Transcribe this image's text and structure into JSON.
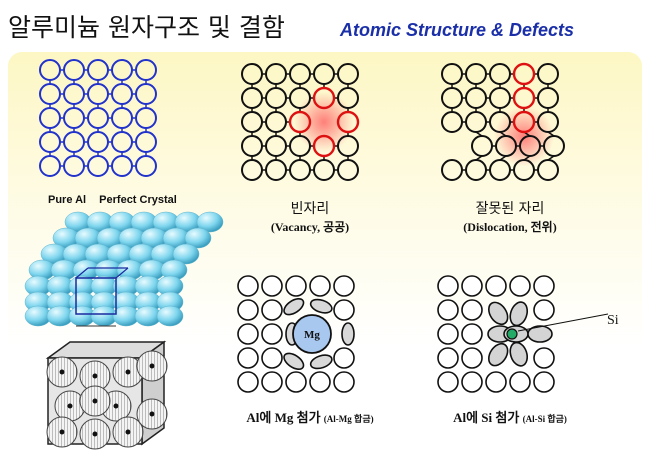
{
  "title": {
    "korean": "알루미늄 원자구조 및 결함",
    "english": "Atomic Structure & Defects"
  },
  "panels": {
    "pure": {
      "label1": "Pure Al",
      "label2": "Perfect Crystal"
    },
    "vacancy": {
      "caption_ko": "빈자리",
      "caption_sub": "(Vacancy, 공공)"
    },
    "dislocation": {
      "caption_ko": "잘못된 자리",
      "caption_sub": "(Dislocation, 전위)"
    },
    "mg": {
      "atom_label": "Mg",
      "caption_main": "Al에 Mg 첨가",
      "caption_small": "(Al-Mg 합금)"
    },
    "si": {
      "atom_label": "Si",
      "caption_main": "Al에 Si 첨가",
      "caption_small": "(Al-Si 합금)"
    }
  },
  "colors": {
    "perfect_atom": "#2233cc",
    "defect_atom": "#dd1111",
    "glow": "#ff6a6a",
    "mg_atom": "#a9c8f0",
    "si_atom": "#22aa66",
    "crystal_spheres": "#7fd6ee",
    "title_english": "#1a2fa8"
  }
}
